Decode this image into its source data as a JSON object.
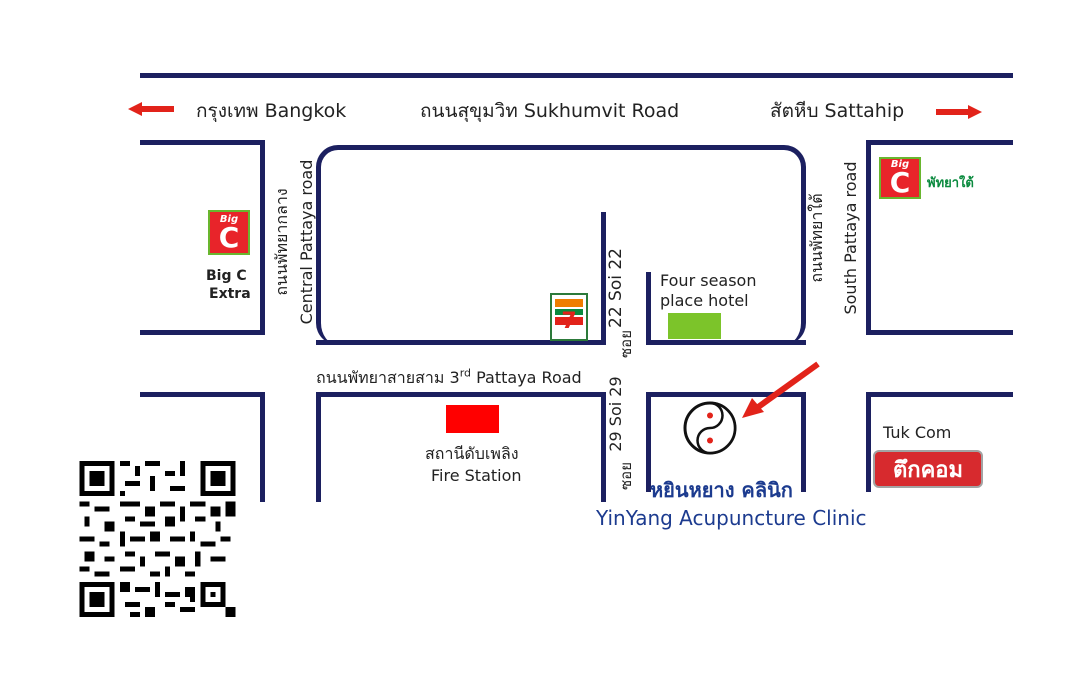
{
  "top_road": {
    "left_label": "กรุงเทพ Bangkok",
    "center_label": "ถนนสุขุมวิท Sukhumvit Road",
    "right_label": "สัตหีบ Sattahip"
  },
  "central_pattaya_road": {
    "thai": "ถนนพัทยากลาง",
    "english": "Central Pattaya road"
  },
  "south_pattaya_road": {
    "thai": "ถนนพัทยาใต้",
    "english": "South Pattaya road"
  },
  "third_road": {
    "thai": "ถนนพัทยาสายสาม 3",
    "sup": "rd",
    "english": " Pattaya Road"
  },
  "soi22": {
    "thai": "ซอย",
    "english": "22 Soi 22"
  },
  "soi29": {
    "thai": "ซอย",
    "english": "29 Soi 29"
  },
  "bigc_left": {
    "logo_text": "Big",
    "logo_letter": "C",
    "line1": "Big C",
    "line2": "Extra"
  },
  "bigc_right": {
    "logo_text": "Big",
    "logo_letter": "C",
    "caption": "พัทยาใต้"
  },
  "seven_eleven": {
    "label": "7"
  },
  "hotel": {
    "line1": "Four season",
    "line2": "place hotel"
  },
  "fire_station": {
    "thai": "สถานีดับเพลิง",
    "english": "Fire Station"
  },
  "clinic": {
    "thai": "หยินหยาง คลินิก",
    "english": "YinYang Acupuncture Clinic"
  },
  "tukcom": {
    "label": "Tuk Com",
    "logo_text": "ตึกคอม"
  },
  "colors": {
    "road": "#1c2060",
    "arrow": "#e2231a",
    "clinic_text": "#1c3b8f",
    "hotel_marker": "#7cc42a",
    "fire_marker": "#ff0000"
  },
  "icons": [
    "arrow-left-icon",
    "arrow-right-icon",
    "bigc-logo-icon",
    "seven-eleven-logo-icon",
    "yinyang-icon",
    "pointer-arrow-icon",
    "tukcom-logo-icon",
    "qr-code-icon"
  ]
}
